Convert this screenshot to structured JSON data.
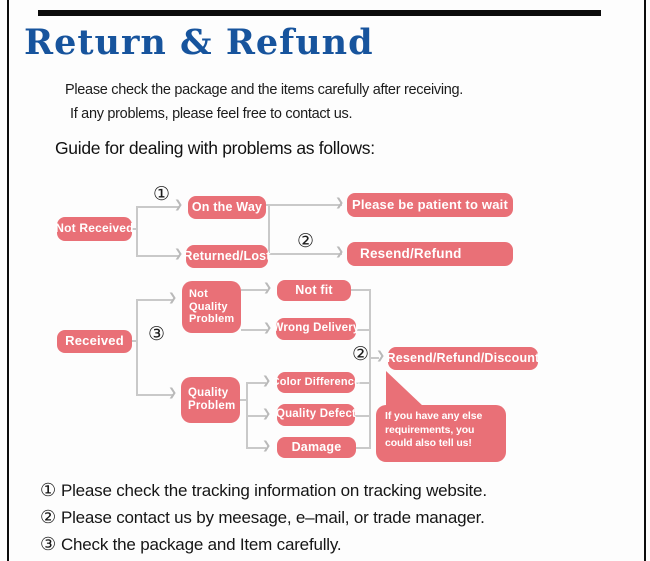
{
  "title": "Return & Refund",
  "intro": {
    "line1": "Please check the package and the items carefully after receiving.",
    "line2": "If any problems, please feel free to contact us."
  },
  "guide_heading": "Guide for dealing with problems as follows:",
  "flow": {
    "nodes": {
      "not_received": "Not Received",
      "on_the_way": "On the Way",
      "returned_lost": "Returned/Lost",
      "please_wait": "Please be patient to wait",
      "resend_refund": "Resend/Refund",
      "received": "Received",
      "not_quality_problem": "Not Quality Problem",
      "not_fit": "Not fit",
      "wrong_delivery": "Wrong Delivery",
      "quality_problem": "Quality Problem",
      "color_difference": "Color Difference",
      "quality_defect": "Quality Defect",
      "damage": "Damage",
      "resend_refund_discount": "Resend/Refund/Discount",
      "bubble": "If you have any else requirements, you could also tell us!"
    },
    "markers": {
      "m1": "①",
      "m2": "②",
      "m3": "③"
    }
  },
  "notes": [
    {
      "marker": "①",
      "text": "Please check the tracking information on tracking website."
    },
    {
      "marker": "②",
      "text": "Please contact us by meesage, e–mail, or trade manager."
    },
    {
      "marker": "③",
      "text": "Check the package and Item carefully."
    }
  ],
  "icons": {
    "arrowhead": "❯"
  },
  "colors": {
    "accent_pink": "#e97077",
    "title_blue": "#17549d",
    "connector_gray": "#c9c9c9",
    "frame_black": "#0c0c0c"
  }
}
